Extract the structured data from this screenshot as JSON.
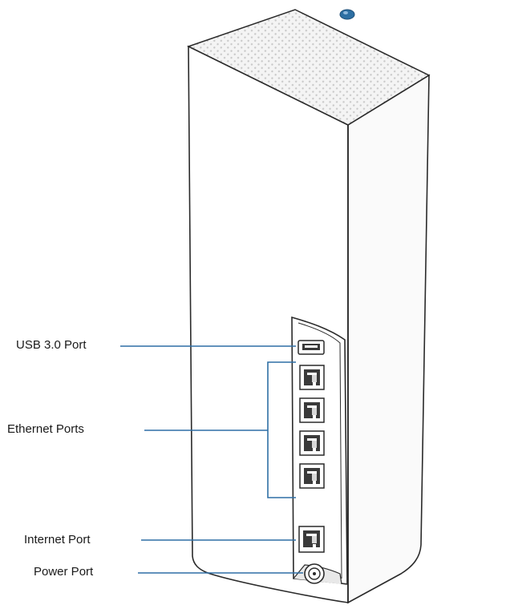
{
  "labels": {
    "usb": "USB 3.0 Port",
    "ethernet": "Ethernet Ports",
    "internet": "Internet Port",
    "power": "Power Port"
  },
  "colors": {
    "leader_line": "#2f6fa5",
    "device_outline": "#2a2a2a",
    "status_light": "#2d6fa3"
  },
  "icons": {
    "usb": "usb-port-icon",
    "ethernet": "ethernet-port-icon",
    "power": "power-port-icon"
  }
}
